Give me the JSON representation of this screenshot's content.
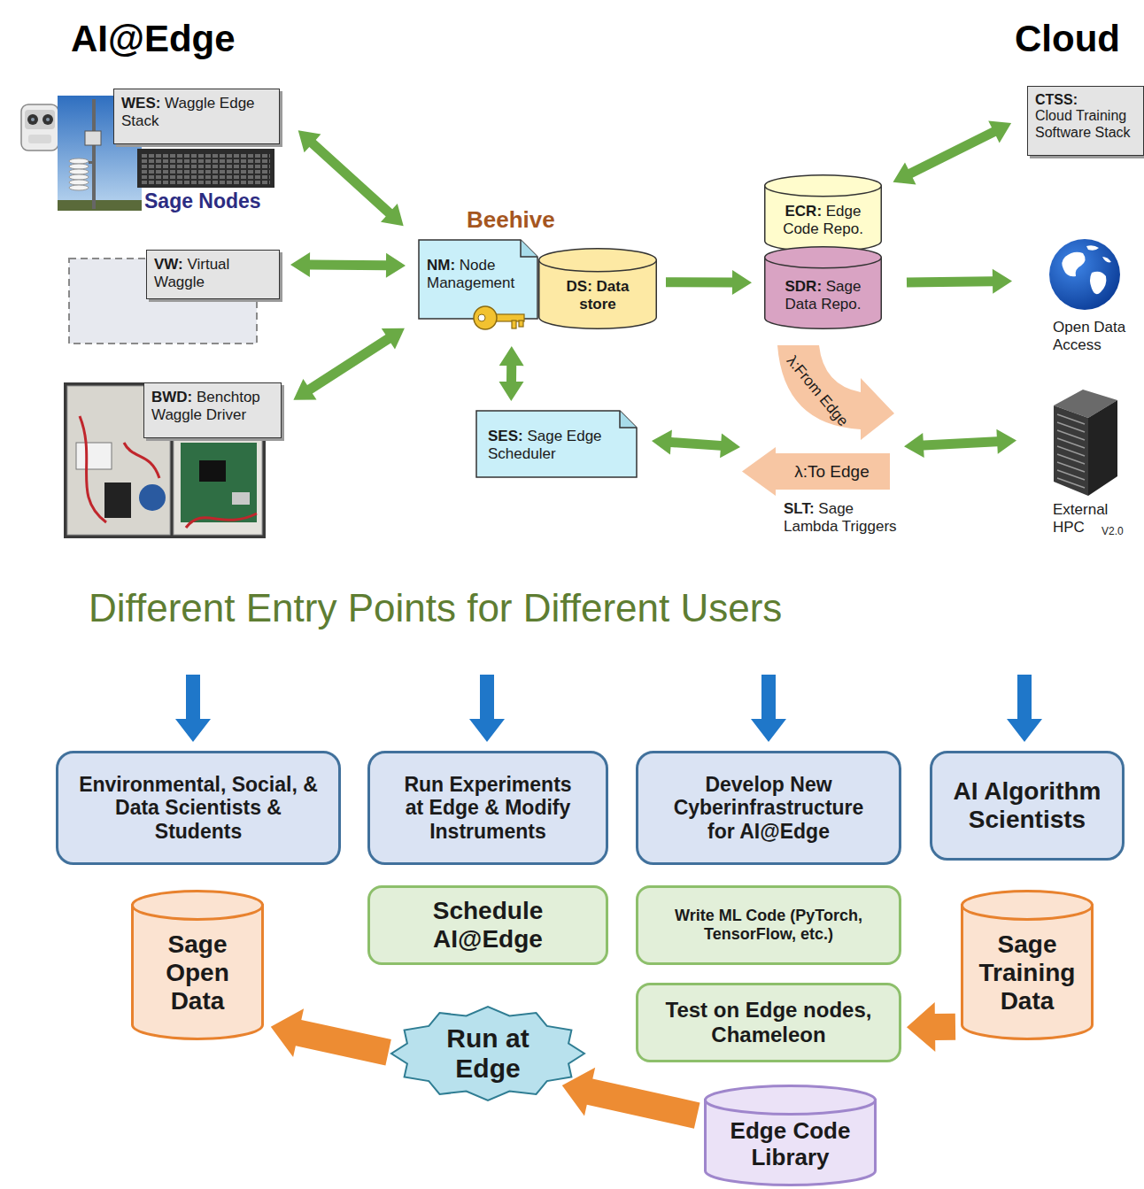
{
  "diagram": {
    "nodes": [
      {
        "text": [
          "WES: Waggle Edge Stack"
        ]
      },
      {
        "text": [
          "VW: Virtual Waggle"
        ]
      },
      {
        "text": [
          "BWD: Benchtop Waggle Driver"
        ]
      },
      {
        "text": [
          "NM: Node Management"
        ]
      },
      {
        "text": [
          "DS: Data store"
        ]
      },
      {
        "text": [
          "SES: Sage Edge Scheduler"
        ]
      },
      {
        "text": [
          "ECR: Edge Code Repo."
        ]
      },
      {
        "text": [
          "SDR: Sage Data Repo."
        ]
      },
      {
        "text": [
          "CTSS: Cloud Training Software Stack"
        ]
      },
      {
        "text": [
          "Open Data Access"
        ]
      },
      {
        "text": [
          "λ:From Edge"
        ]
      },
      {
        "text": [
          "λ:To Edge"
        ]
      },
      {
        "text": [
          "External HPC"
        ]
      },
      {
        "text": [
          "Environmental, Social, & Data Scientists & Students"
        ]
      },
      {
        "text": [
          "Run Experiments at Edge & Modify Instruments"
        ]
      },
      {
        "text": [
          "Develop New Cyberinfrastructure for AI@Edge"
        ]
      },
      {
        "text": [
          "AI Algorithm Scientists"
        ]
      },
      {
        "text": [
          "Sage Open Data"
        ]
      },
      {
        "text": [
          "Schedule AI@Edge"
        ]
      },
      {
        "text": [
          "Write ML Code (PyTorch, TensorFlow, etc.)"
        ]
      },
      {
        "text": [
          "Sage Training Data"
        ]
      },
      {
        "text": [
          "Run at Edge"
        ]
      },
      {
        "text": [
          "Test on Edge nodes, Chameleon"
        ]
      },
      {
        "text": [
          "Edge Code Library"
        ]
      }
    ],
    "edges": [
      {
        "from": 0,
        "to": 3,
        "arrow": "both"
      },
      {
        "from": 1,
        "to": 3,
        "arrow": "both"
      },
      {
        "from": 2,
        "to": 3,
        "arrow": "both"
      },
      {
        "from": 3,
        "to": 5,
        "arrow": "both"
      },
      {
        "from": 4,
        "to": 7,
        "arrow": "to"
      },
      {
        "from": 8,
        "to": 6,
        "arrow": "both"
      },
      {
        "from": 7,
        "to": 9,
        "arrow": "to"
      },
      {
        "from": 5,
        "to": 11,
        "arrow": "both"
      },
      {
        "from": 11,
        "to": 12,
        "arrow": "both"
      },
      {
        "from": 20,
        "to": 22,
        "arrow": "to"
      },
      {
        "from": 23,
        "to": 21,
        "arrow": "to"
      },
      {
        "from": 21,
        "to": 17,
        "arrow": "to"
      }
    ],
    "labels": [
      "AI@Edge",
      "Cloud",
      "Sage Nodes",
      "Beehive",
      "SLT: Sage Lambda Triggers",
      "V2.0",
      "Different Entry Points for Different Users"
    ]
  }
}
